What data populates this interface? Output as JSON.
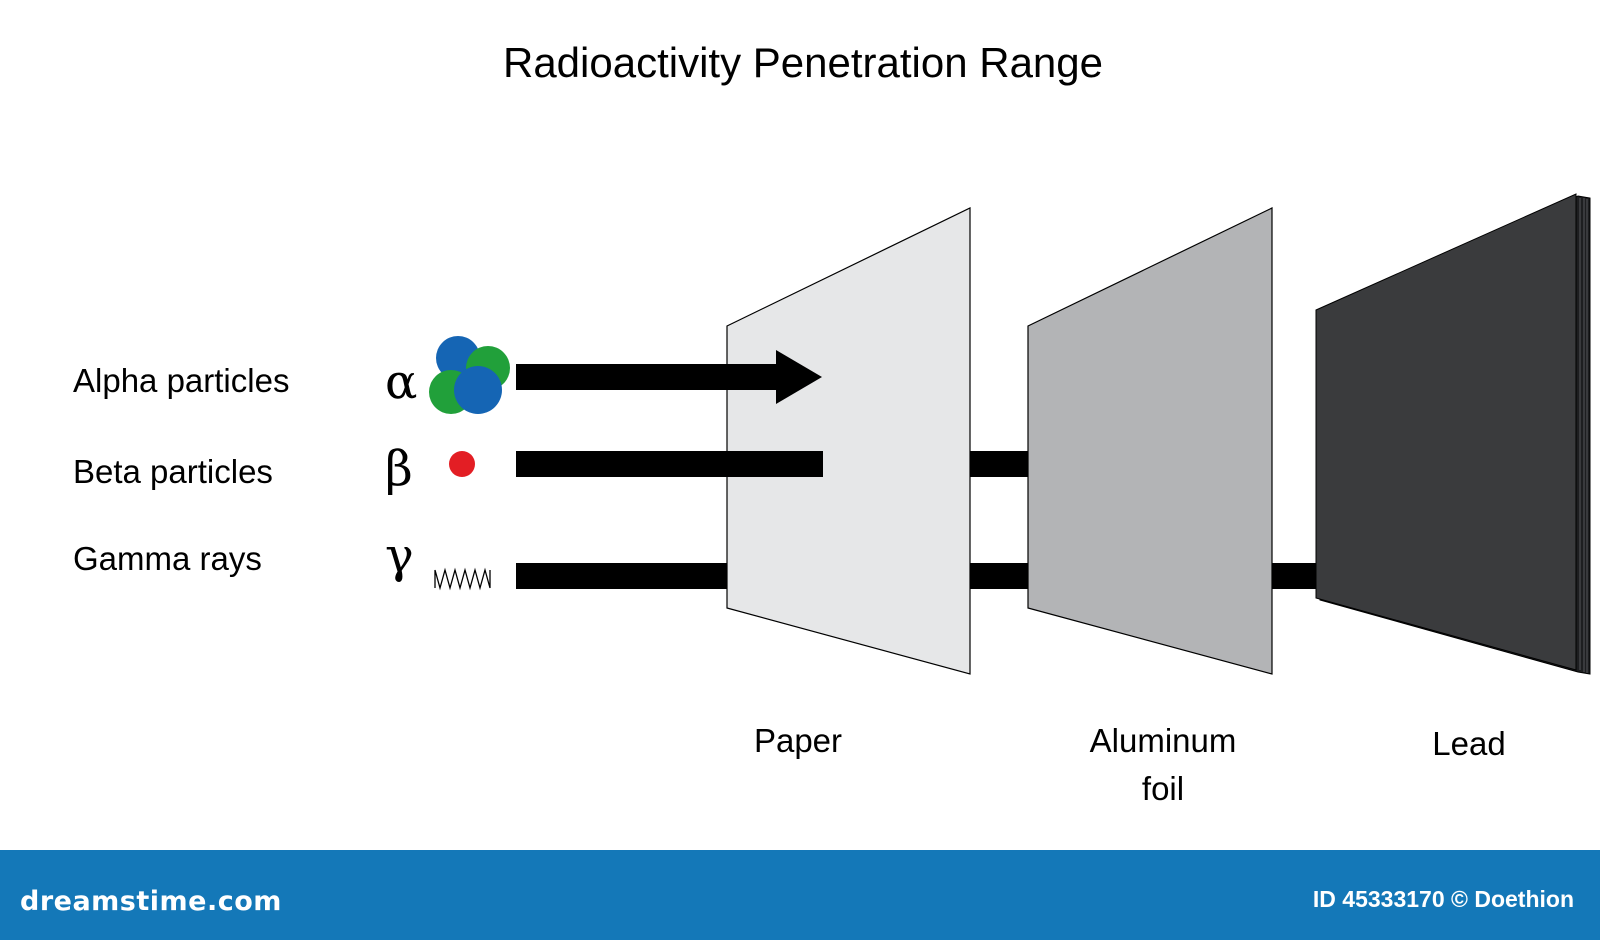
{
  "title": "Radioactivity Penetration Range",
  "radiation": [
    {
      "label": "Alpha particles",
      "symbol": "α",
      "stopped_by": "Paper"
    },
    {
      "label": "Beta particles",
      "symbol": "β",
      "stopped_by": "Aluminum foil"
    },
    {
      "label": "Gamma rays",
      "symbol": "γ",
      "stopped_by": "Lead"
    }
  ],
  "barriers": [
    {
      "label_lines": [
        "Paper"
      ],
      "color": "#e6e7e8"
    },
    {
      "label_lines": [
        "Aluminum",
        "foil"
      ],
      "color": "#b3b4b6"
    },
    {
      "label_lines": [
        "Lead"
      ],
      "color": "#3a3b3d"
    }
  ],
  "colors": {
    "alpha_blue": "#1565b4",
    "alpha_green": "#21a03a",
    "beta_red": "#e31e24",
    "arrow": "#000000",
    "footer_bg": "#1478b8"
  },
  "footer": {
    "brand": "dreamstime.com",
    "credit": "ID 45333170 © Doethion"
  }
}
